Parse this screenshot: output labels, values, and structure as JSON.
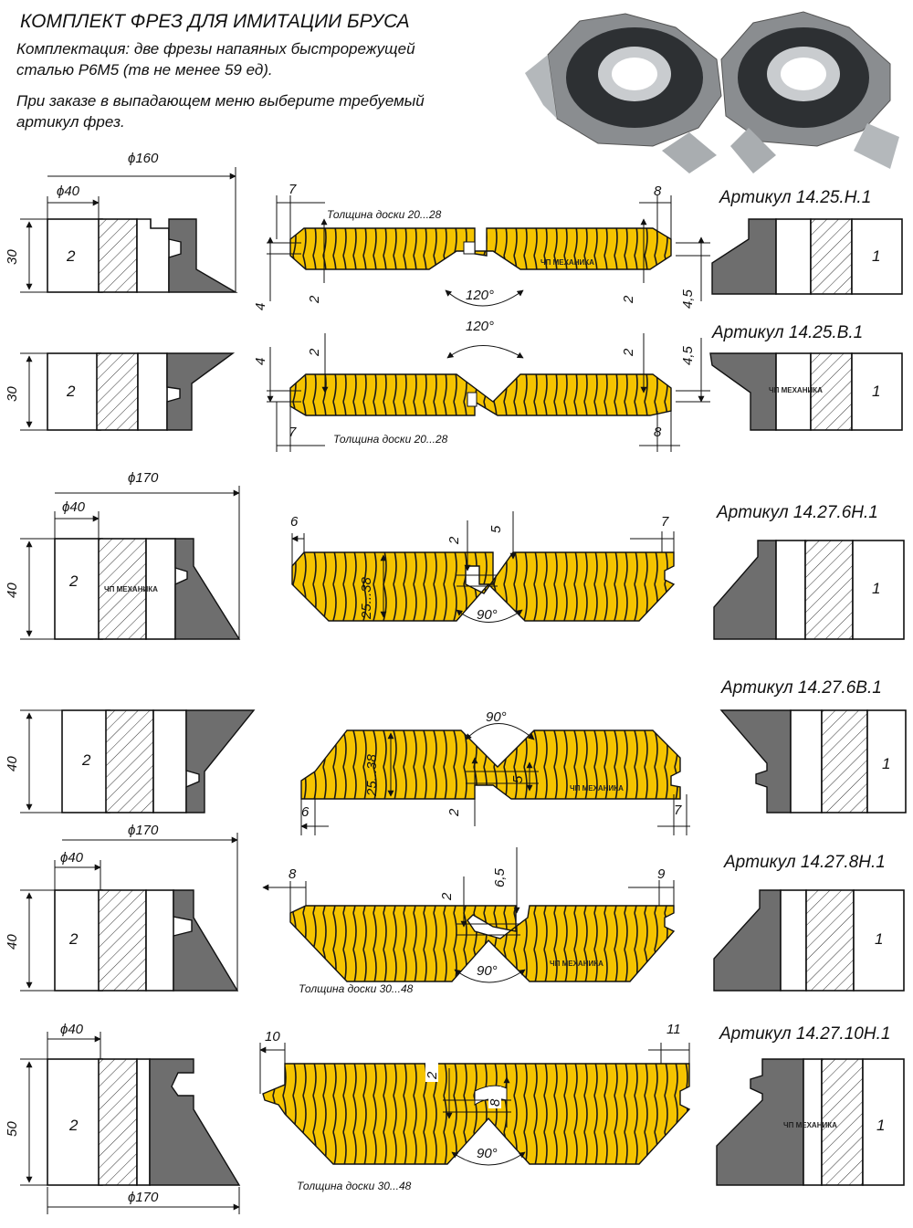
{
  "header": {
    "title": "КОМПЛЕКТ ФРЕЗ ДЛЯ ИМИТАЦИИ БРУСА",
    "line1": "Комплектация: две фрезы напаяных быстрорежущей",
    "line2": "сталью Р6М5 (тв не менее 59 ед).",
    "line3": "При заказе в выпадающем меню выберите требуемый",
    "line4": "артикул фрез."
  },
  "watermark": "ЧП МЕХАНИКА",
  "board_note_small": "Толщина доски 20...28",
  "board_note_large": "Толщина доски 30...48",
  "cutter_left": "2",
  "cutter_right": "1",
  "articles": [
    {
      "code": "Артикул 14.25.Н.1"
    },
    {
      "code": "Артикул 14.25.В.1"
    },
    {
      "code": "Артикул 14.27.6Н.1"
    },
    {
      "code": "Артикул 14.27.6В.1"
    },
    {
      "code": "Артикул 14.27.8Н.1"
    },
    {
      "code": "Артикул 14.27.10Н.1"
    }
  ],
  "dims": {
    "d160": "ϕ160",
    "d40": "ϕ40",
    "d170": "ϕ170",
    "h30": "30",
    "h40": "40",
    "h50": "50",
    "angle120": "120°",
    "angle90": "90°",
    "w7": "7",
    "w8": "8",
    "w6": "6",
    "w9": "9",
    "w10": "10",
    "w11": "11",
    "g2": "2",
    "g4": "4",
    "g45": "4,5",
    "g5": "5",
    "g65": "6,5",
    "g8": "8",
    "range": "25...38"
  }
}
